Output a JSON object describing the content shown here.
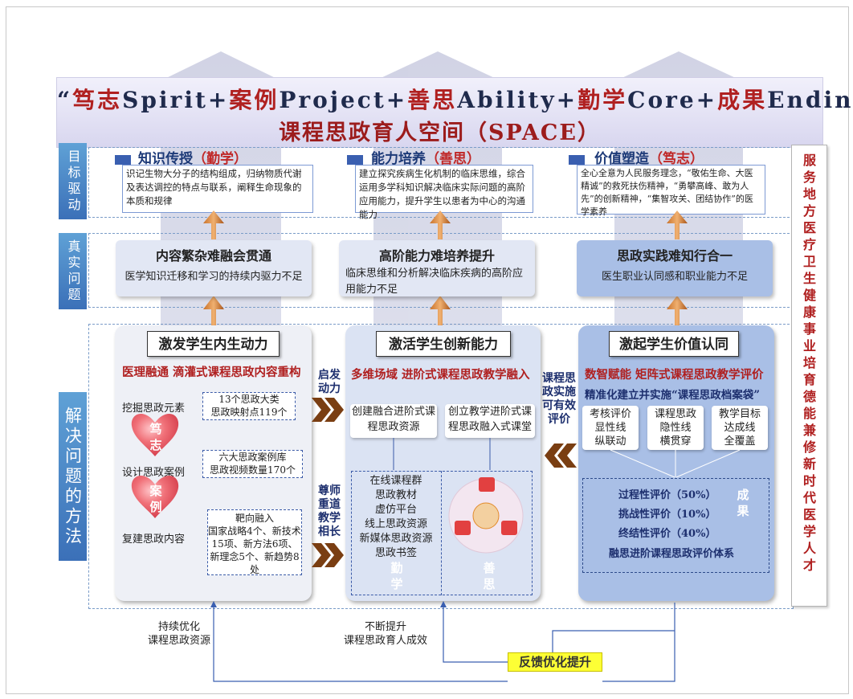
{
  "title": {
    "line1": [
      {
        "text": "“",
        "red": false
      },
      {
        "text": "笃志",
        "red": true
      },
      {
        "text": "Spirit+",
        "red": false
      },
      {
        "text": "案例",
        "red": true
      },
      {
        "text": "Project+",
        "red": false
      },
      {
        "text": "善思",
        "red": true
      },
      {
        "text": "Ability+",
        "red": false
      },
      {
        "text": "勤学",
        "red": true
      },
      {
        "text": "Core+",
        "red": false
      },
      {
        "text": "成果",
        "red": true
      },
      {
        "text": "Ending”",
        "red": false
      }
    ],
    "line2": "课程思政育人空间（SPACE）"
  },
  "row_labels": {
    "goal": "目标驱动",
    "problem": "真实问题",
    "method": "解决问题的方法"
  },
  "goals": [
    {
      "title": "知识传授",
      "tag": "（勤学）",
      "text": "识记生物大分子的结构组成，归纳物质代谢及表达调控的特点与联系，阐释生命现象的本质和规律"
    },
    {
      "title": "能力培养",
      "tag": "（善思）",
      "text": "建立探究疾病生化机制的临床思维，综合运用多学科知识解决临床实际问题的高阶应用能力，提升学生以患者为中心的沟通能力"
    },
    {
      "title": "价值塑造",
      "tag": "（笃志）",
      "text": "全心全意为人民服务理念，“敬佑生命、大医精诚”的救死扶伤精神，“勇攀高峰、敢为人先”的创新精神，“集智攻关、团结协作”的医学素养"
    }
  ],
  "problems": [
    {
      "title": "内容繁杂难融会贯通",
      "desc": "医学知识迁移和学习的持续内驱力不足"
    },
    {
      "title": "高阶能力难培养提升",
      "desc": "临床思维和分析解决临床疾病的高阶应用能力不足"
    },
    {
      "title": "思政实践难知行合一",
      "desc": "医生职业认同感和职业能力不足"
    }
  ],
  "panel1": {
    "header": "激发学生内生动力",
    "subtitle": "医理融通 滴灌式课程思政内容重构",
    "items": [
      {
        "label": "挖掘思政元素",
        "box": "13个思政大类\n思政映射点119个",
        "heart": "笃\n志"
      },
      {
        "label": "设计思政案例",
        "box": "六大思政案例库\n思政视频数量170个",
        "heart": "案\n例"
      },
      {
        "label": "复建思政内容",
        "box": "靶向融入\n国家战略4个、新技术15项、新方法6项、新理念5个、新趋势8处"
      }
    ]
  },
  "panel2": {
    "header": "激活学生创新能力",
    "subtitle": "多维场域 进阶式课程思政教学融入",
    "box1": "创建融合进阶式课程思政资源",
    "box2": "创立教学进阶式课程思政融入式课堂",
    "list": [
      "在线课程群",
      "思政教材",
      "虚仿平台",
      "线上思政资源",
      "新媒体思政资源",
      "思政书签"
    ],
    "heart1": "勤\n学",
    "heart2": "善\n思"
  },
  "panel3": {
    "header": "激起学生价值认同",
    "subtitle": "数智赋能 矩阵式课程思政教学评价",
    "subtitle2": "精准化建立并实施“课程思政档案袋”",
    "boxes": [
      "考核评价\n显性线\n纵联动",
      "课程思政\n隐性线\n横贯穿",
      "教学目标\n达成线\n全覆盖"
    ],
    "evals": [
      "过程性评价（50%）",
      "挑战性评价（10%）",
      "终结性评价（40%）"
    ],
    "system": "融思进阶课程思政评价体系",
    "heart": "成\n果"
  },
  "connectors": {
    "qifa": "启发\n动力",
    "zunshi": "尊师\n重道\n教学\n相长",
    "pingjia": "课程思\n政实施\n可有效\n评价"
  },
  "side_text": "服务地方医疗卫生健康事业 培育德能兼修新时代医学人才",
  "bottom": {
    "left": "持续优化\n课程思政资源",
    "middle": "不断提升\n课程思政育人成效",
    "feedback": "反馈优化提升"
  },
  "colors": {
    "red": "#b02020",
    "navy": "#1d2f6e",
    "label_blue": "#3b70b8",
    "heart": "#e8505a",
    "chevron": "#8a4a1a"
  }
}
